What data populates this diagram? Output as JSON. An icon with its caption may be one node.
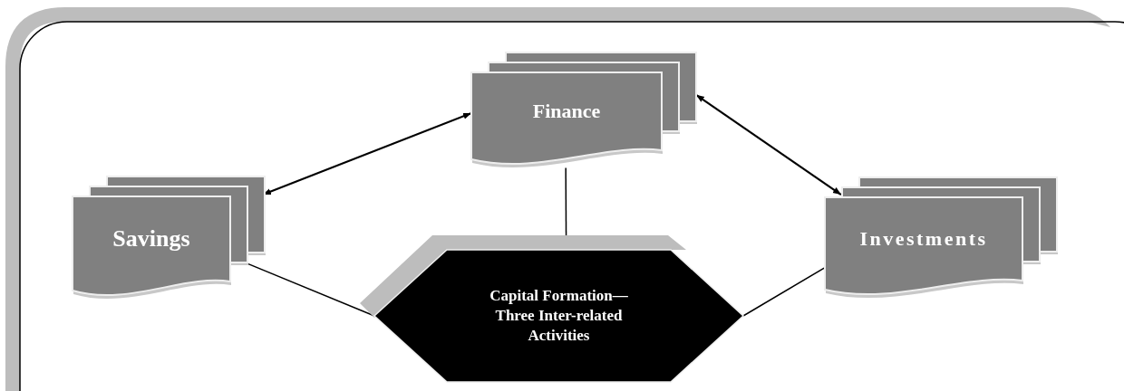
{
  "diagram": {
    "nodes": [
      {
        "text": [
          "Finance"
        ]
      },
      {
        "text": [
          "Savings"
        ]
      },
      {
        "text": [
          "Investments"
        ]
      },
      {
        "text": [
          "Capital Formation— Three Inter-related Activities"
        ]
      }
    ],
    "edges": [
      {
        "from": 1,
        "to": 0,
        "arrow": "both"
      },
      {
        "from": 0,
        "to": 2,
        "arrow": "both"
      },
      {
        "from": 0,
        "to": 3,
        "arrow": "none"
      },
      {
        "from": 1,
        "to": 3,
        "arrow": "none"
      },
      {
        "from": 2,
        "to": 3,
        "arrow": "none"
      }
    ]
  }
}
